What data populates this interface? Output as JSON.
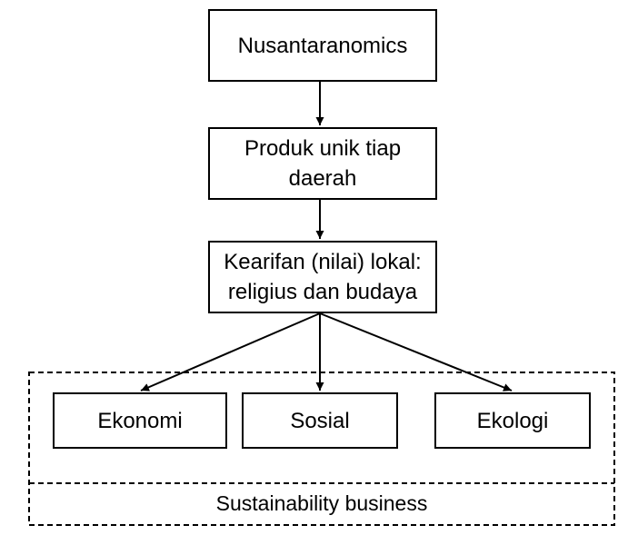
{
  "nodes": {
    "nusantaranomics": "Nusantaranomics",
    "produk": "Produk unik tiap\ndaerah",
    "kearifan": "Kearifan (nilai) lokal:\nreligius dan budaya",
    "ekonomi": "Ekonomi",
    "sosial": "Sosial",
    "ekologi": "Ekologi"
  },
  "group": {
    "label": "Sustainability business"
  },
  "colors": {
    "stroke": "#000000",
    "background": "#ffffff"
  }
}
